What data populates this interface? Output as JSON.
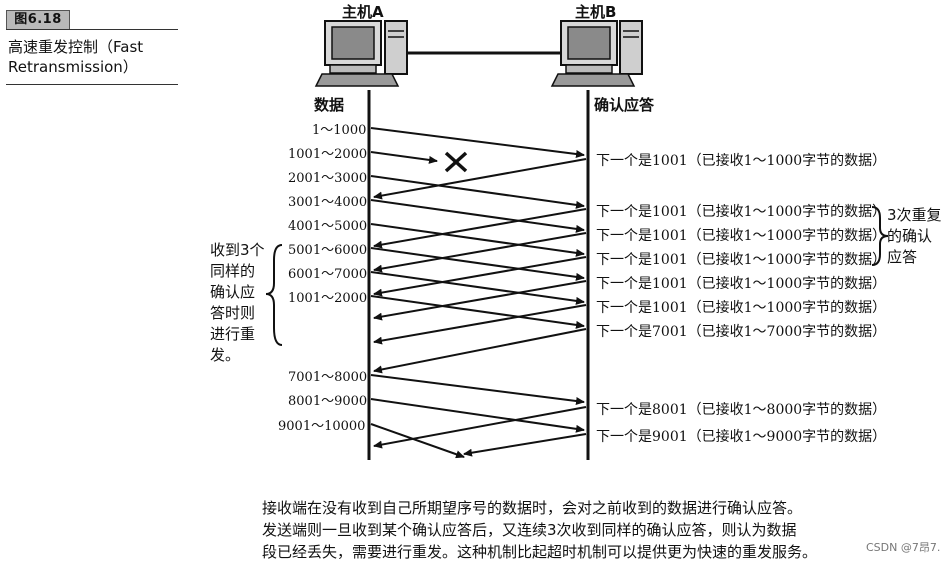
{
  "figure": {
    "badge": "图6.18",
    "caption": "高速重发控制（Fast Retransmission）"
  },
  "hosts": {
    "a": "主机A",
    "b": "主机B"
  },
  "columns": {
    "left": "数据",
    "right": "确认应答"
  },
  "segments": [
    "1～1000",
    "1001～2000",
    "2001～3000",
    "3001～4000",
    "4001～5000",
    "5001～6000",
    "6001～7000",
    "1001～2000",
    "7001～8000",
    "8001～9000",
    "9001～10000"
  ],
  "acks": [
    "下一个是1001（已接收1～1000字节的数据）",
    "下一个是1001（已接收1～1000字节的数据）",
    "下一个是1001（已接收1～1000字节的数据）",
    "下一个是1001（已接收1～1000字节的数据）",
    "下一个是1001（已接收1～1000字节的数据）",
    "下一个是1001（已接收1～1000字节的数据）",
    "下一个是7001（已接收1～7000字节的数据）",
    "下一个是8001（已接收1～8000字节的数据）",
    "下一个是9001（已接收1～9000字节的数据）"
  ],
  "notes": {
    "left": [
      "收到3个",
      "同样的",
      "确认应",
      "答时则",
      "进行重",
      "发。"
    ],
    "right": [
      "3次重复",
      "的确认",
      "应答"
    ]
  },
  "bottom_text": [
    "接收端在没有收到自己所期望序号的数据时，会对之前收到的数据进行确认应答。",
    "发送端则一旦收到某个确认应答后，又连续3次收到同样的确认应答，则认为数据",
    "段已经丢失，需要进行重发。这种机制比起超时机制可以提供更为快速的重发服务。"
  ],
  "watermark": "CSDN @7昂7."
}
